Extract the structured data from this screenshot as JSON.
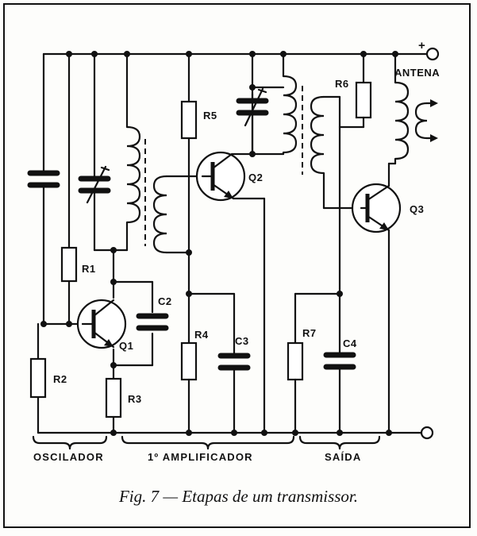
{
  "caption": "Fig. 7 — Etapas de um transmissor.",
  "labels": {
    "R1": "R1",
    "R2": "R2",
    "R3": "R3",
    "R4": "R4",
    "R5": "R5",
    "R6": "R6",
    "R7": "R7",
    "C2": "C2",
    "C3": "C3",
    "C4": "C4",
    "Q1": "Q1",
    "Q2": "Q2",
    "Q3": "Q3",
    "antena": "ANTENA",
    "plus": "+"
  },
  "stages": {
    "oscilador": "OSCILADOR",
    "amplificador": "1º AMPLIFICADOR",
    "saida": "SAÍDA"
  }
}
